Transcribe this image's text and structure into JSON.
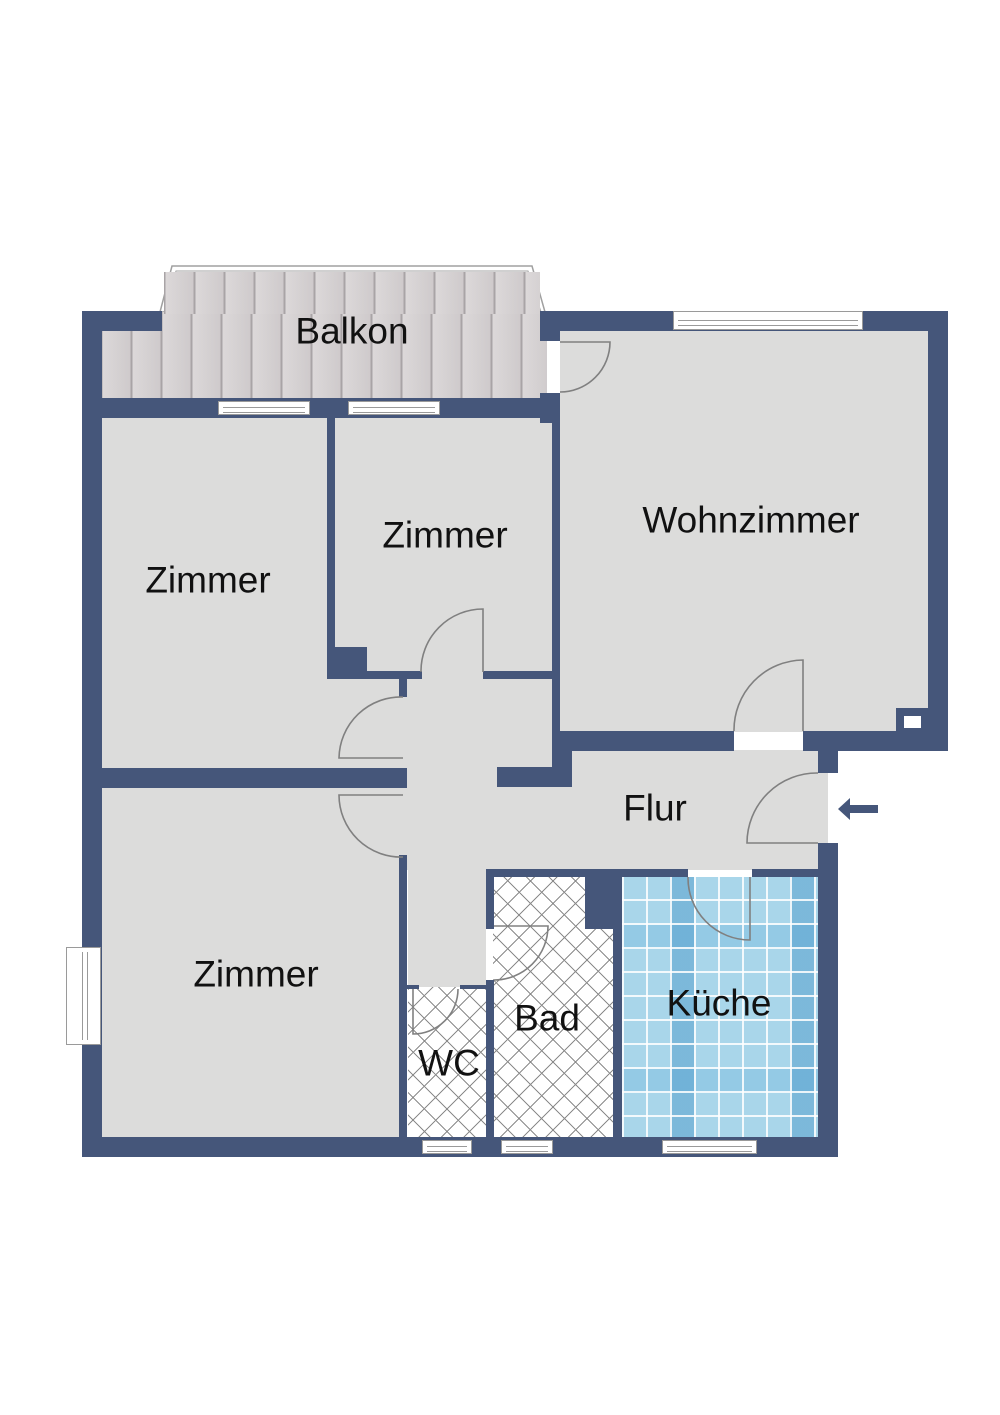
{
  "floor_plan": {
    "rooms": [
      {
        "id": "balkon",
        "label": "Balkon",
        "floor": "wood"
      },
      {
        "id": "zimmer-1",
        "label": "Zimmer",
        "floor": "gray"
      },
      {
        "id": "zimmer-2",
        "label": "Zimmer",
        "floor": "gray"
      },
      {
        "id": "wohnzimmer",
        "label": "Wohnzimmer",
        "floor": "gray"
      },
      {
        "id": "flur",
        "label": "Flur",
        "floor": "gray"
      },
      {
        "id": "zimmer-3",
        "label": "Zimmer",
        "floor": "gray"
      },
      {
        "id": "wc",
        "label": "WC",
        "floor": "tile-white"
      },
      {
        "id": "bad",
        "label": "Bad",
        "floor": "tile-white"
      },
      {
        "id": "kueche",
        "label": "Küche",
        "floor": "tile-blue"
      }
    ],
    "entrance": {
      "icon": "arrow-left-icon"
    },
    "colors": {
      "wall": "#45567a",
      "floor": "#dcdcdb",
      "wood": "#d6d2d3",
      "tile_blue": "#a9d6ea",
      "door_line": "#808080",
      "background": "#ffffff"
    }
  }
}
